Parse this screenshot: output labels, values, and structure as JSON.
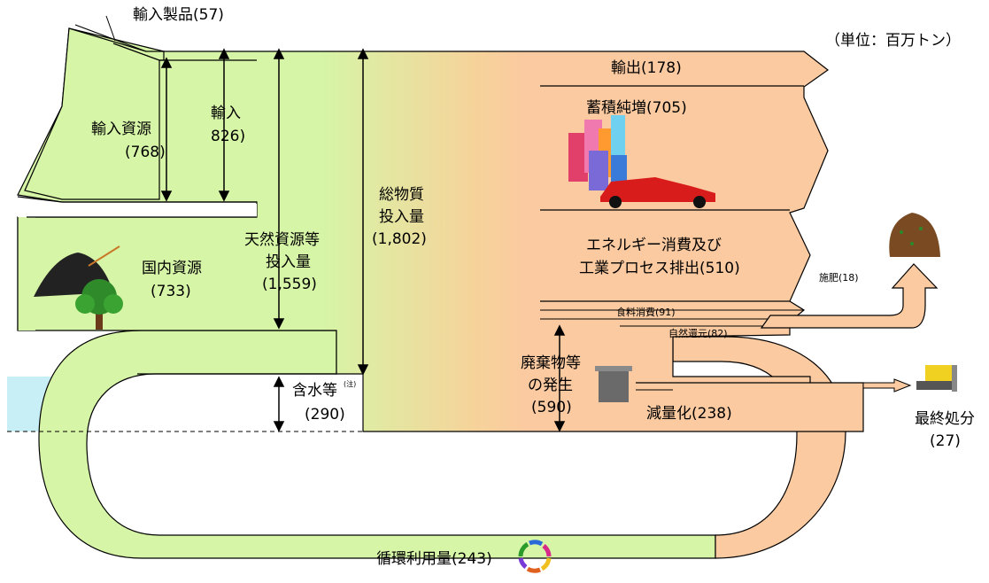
{
  "unit": "（単位：百万トン）",
  "labels": {
    "imported_products": "輸入製品(57)",
    "imported_resources": "輸入資源",
    "imported_resources_value": "(768)",
    "imports": "輸入",
    "imports_value": "826)",
    "domestic_resources": "国内資源",
    "domestic_resources_value": "(733)",
    "natural_resources_l1": "天然資源等",
    "natural_resources_l2": "投入量",
    "natural_resources_value": "(1,559)",
    "total_input_l1": "総物質",
    "total_input_l2": "投入量",
    "total_input_value": "(1,802)",
    "water": "含水等",
    "water_note": "(注)",
    "water_value": "(290)",
    "exports": "輸出(178)",
    "accumulation": "蓄積純増(705)",
    "energy_l1": "エネルギー消費及び",
    "energy_l2": "工業プロセス排出(510)",
    "fertilizer": "施肥(18)",
    "food": "食料消費(91)",
    "natural_return": "自然還元(82)",
    "waste_l1": "廃棄物等",
    "waste_l2": "の発生",
    "waste_value": "(590)",
    "reduction": "減量化(238)",
    "final_disposal": "最終処分",
    "final_disposal_value": "(27)",
    "recycling": "循環利用量(243)"
  },
  "colors": {
    "input_green": "#d6f5a6",
    "output_peach": "#fbcaa0",
    "water_blue": "#c8eff5",
    "outline": "#000000"
  },
  "icons": [
    "coal-pile-icon",
    "tree-icon",
    "buildings-icon",
    "car-icon",
    "trash-can-icon",
    "soil-icon",
    "bulldozer-icon",
    "recycle-icon"
  ]
}
